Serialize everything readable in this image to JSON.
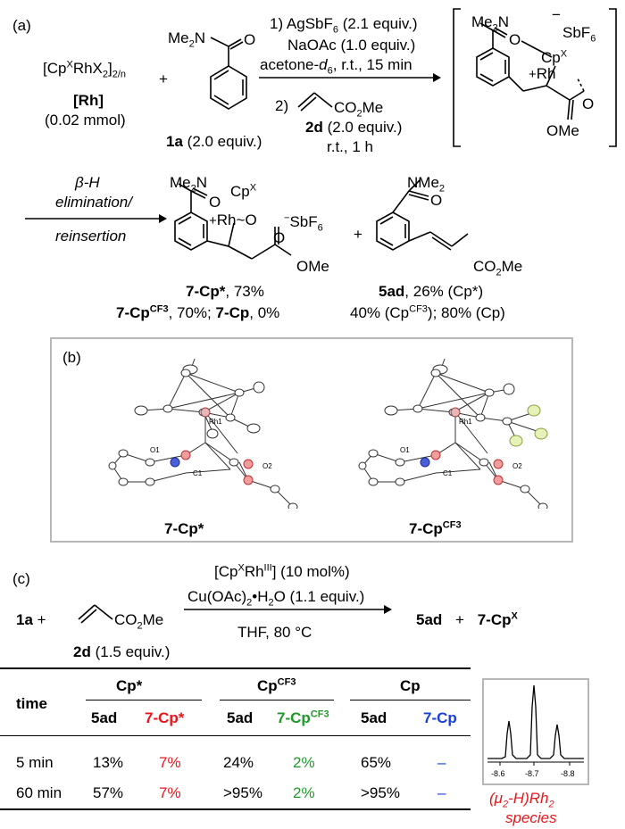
{
  "panel_a": {
    "label": "(a)",
    "rh_precursor": "[Cp",
    "rh_precursor_sup": "X",
    "rh_precursor_rest": "RhX",
    "rh_precursor_sub2": "2",
    "rh_precursor_end": "]",
    "rh_precursor_sub_n": "2/n",
    "rh_tag": "[Rh]",
    "rh_amount": "(0.02 mmol)",
    "plus": "+",
    "amide_group": "Me",
    "amide_group_sub": "2",
    "amide_N": "N",
    "amide_O": "O",
    "compound_1a": "1a",
    "compound_1a_equiv": "(2.0 equiv.)",
    "step1_line1_a": "1) AgSbF",
    "step1_line1_sub": "6",
    "step1_line1_b": " (2.1 equiv.)",
    "step1_line2": "NaOAc (1.0 equiv.)",
    "step1_line3_a": "acetone-",
    "step1_line3_d": "d",
    "step1_line3_sub": "6",
    "step1_line3_b": ", r.t., 15 min",
    "step2_label": "2)",
    "acrylate_group": "CO",
    "acrylate_sub": "2",
    "acrylate_me": "Me",
    "compound_2d": "2d",
    "compound_2d_equiv": "(2.0 equiv.)",
    "step2_time": "r.t., 1 h",
    "intermediate_counterion": "SbF",
    "intermediate_counterion_sub": "6",
    "intermediate_minus": "−",
    "intermediate_amide": "Me",
    "intermediate_amide_sub": "2",
    "intermediate_N": "N",
    "intermediate_O": "O",
    "intermediate_cp": "Cp",
    "intermediate_cp_sup": "X",
    "intermediate_rh": "Rh",
    "intermediate_plus": "+",
    "intermediate_ester_O": "O",
    "intermediate_ome": "OMe",
    "arrow2_label_a": "β-H",
    "arrow2_label_b": "elimination/",
    "arrow2_label_c": "reinsertion",
    "product7_amide": "Me",
    "product7_amide_sub": "2",
    "product7_N": "N",
    "product7_O": "O",
    "product7_cp": "Cp",
    "product7_cp_sup": "X",
    "product7_rh": "Rh",
    "product7_rh_O": "O",
    "product7_plus": "+",
    "product7_counterion": "SbF",
    "product7_counterion_sub": "6",
    "product7_minus": "−",
    "product7_ester_O": "O",
    "product7_ome": "OMe",
    "product5_amide": "NMe",
    "product5_amide_sub": "2",
    "product5_O": "O",
    "product5_ester": "CO",
    "product5_ester_sub": "2",
    "product5_ester_me": "Me",
    "yield_line1_a": "7-Cp*",
    "yield_line1_b": ", 73%",
    "yield_line2_a": "7-Cp",
    "yield_line2_sup": "CF3",
    "yield_line2_b": ", 70%; ",
    "yield_line2_c": "7-Cp",
    "yield_line2_d": ", 0%",
    "yield5_line1_a": "5ad",
    "yield5_line1_b": ", 26% (Cp*)",
    "yield5_line2_a": "40% (Cp",
    "yield5_line2_sup": "CF3",
    "yield5_line2_b": "); 80% (Cp)"
  },
  "panel_b": {
    "label": "(b)",
    "left_caption": "7-Cp*",
    "right_caption": "7-Cp",
    "right_caption_sup": "CF3",
    "atom_labels": [
      "Rh1",
      "O1",
      "O2",
      "C1"
    ]
  },
  "panel_c": {
    "label": "(c)",
    "reactant_1a": "1a",
    "plus": "+",
    "acrylate_group": "CO",
    "acrylate_sub": "2",
    "acrylate_me": "Me",
    "compound_2d": "2d",
    "compound_2d_equiv": "(1.5 equiv.)",
    "catalyst_a": "[Cp",
    "catalyst_sup1": "X",
    "catalyst_b": "Rh",
    "catalyst_sup2": "III",
    "catalyst_c": "] (10 mol%)",
    "oxidant_a": "Cu(OAc)",
    "oxidant_sub": "2",
    "oxidant_b": "•H",
    "oxidant_sub2": "2",
    "oxidant_c": "O (1.1 equiv.)",
    "conditions": "THF, 80 °C",
    "product_5ad": "5ad",
    "product_plus": "+",
    "product_7": "7-Cp",
    "product_7_sup": "X",
    "table": {
      "time_header": "time",
      "groups": [
        {
          "name": "Cp*",
          "sup": ""
        },
        {
          "name": "Cp",
          "sup": "CF3"
        },
        {
          "name": "Cp",
          "sup": ""
        }
      ],
      "subheaders": [
        {
          "text": "5ad",
          "sup": "",
          "color": "#000000"
        },
        {
          "text": "7-Cp*",
          "sup": "",
          "color": "#e8161b"
        },
        {
          "text": "5ad",
          "sup": "",
          "color": "#000000"
        },
        {
          "text": "7-Cp",
          "sup": "CF3",
          "color": "#1e9a2a"
        },
        {
          "text": "5ad",
          "sup": "",
          "color": "#000000"
        },
        {
          "text": "7-Cp",
          "sup": "",
          "color": "#1a3fd6"
        }
      ],
      "rows": [
        {
          "time": "5 min",
          "cells": [
            "13%",
            "7%",
            "24%",
            "2%",
            "65%",
            "–"
          ]
        },
        {
          "time": "60 min",
          "cells": [
            "57%",
            "7%",
            ">95%",
            "2%",
            ">95%",
            "–"
          ]
        }
      ]
    },
    "nmr_ticks": [
      "-8.6",
      "-8.7",
      "-8.8"
    ],
    "nmr_caption_a": "(",
    "nmr_caption_mu": "μ",
    "nmr_caption_sub": "2",
    "nmr_caption_b": "-H)Rh",
    "nmr_caption_sub2": "2",
    "nmr_caption_c": "species"
  }
}
